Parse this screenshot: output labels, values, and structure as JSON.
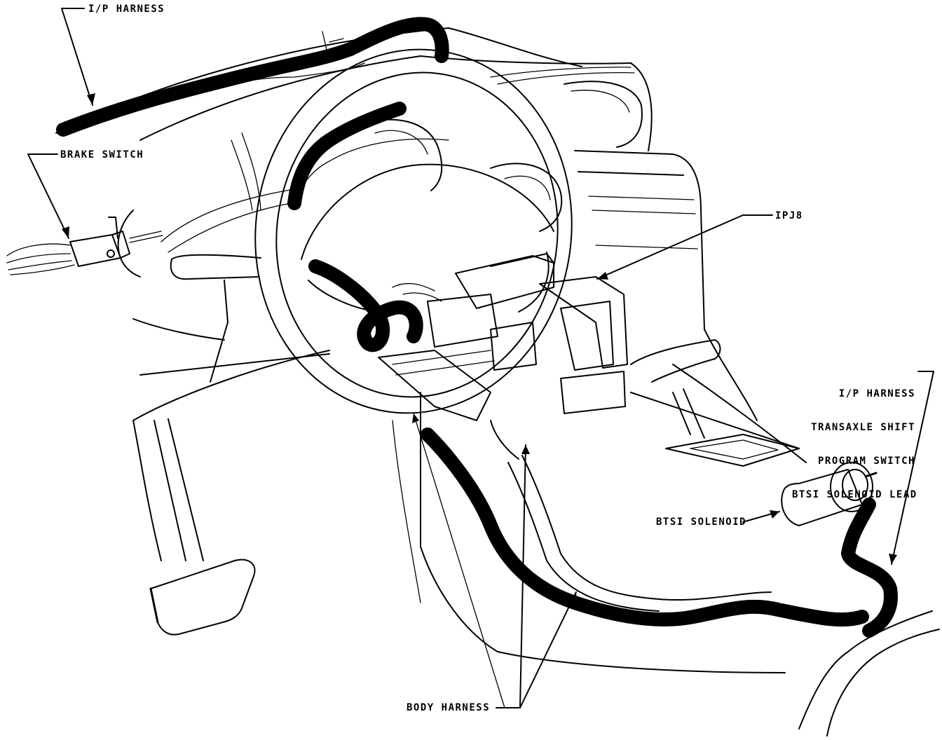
{
  "diagram": {
    "labels": {
      "ip_harness": "I/P HARNESS",
      "brake_switch": "BRAKE SWITCH",
      "ipj8": "IPJ8",
      "ip_harness_group": [
        "I/P HARNESS",
        "TRANSAXLE SHIFT",
        "PROGRAM SWITCH",
        "BTSI SOLENOID LEAD"
      ],
      "btsi_solenoid": "BTSI SOLENOID",
      "body_harness": "BODY HARNESS"
    }
  }
}
